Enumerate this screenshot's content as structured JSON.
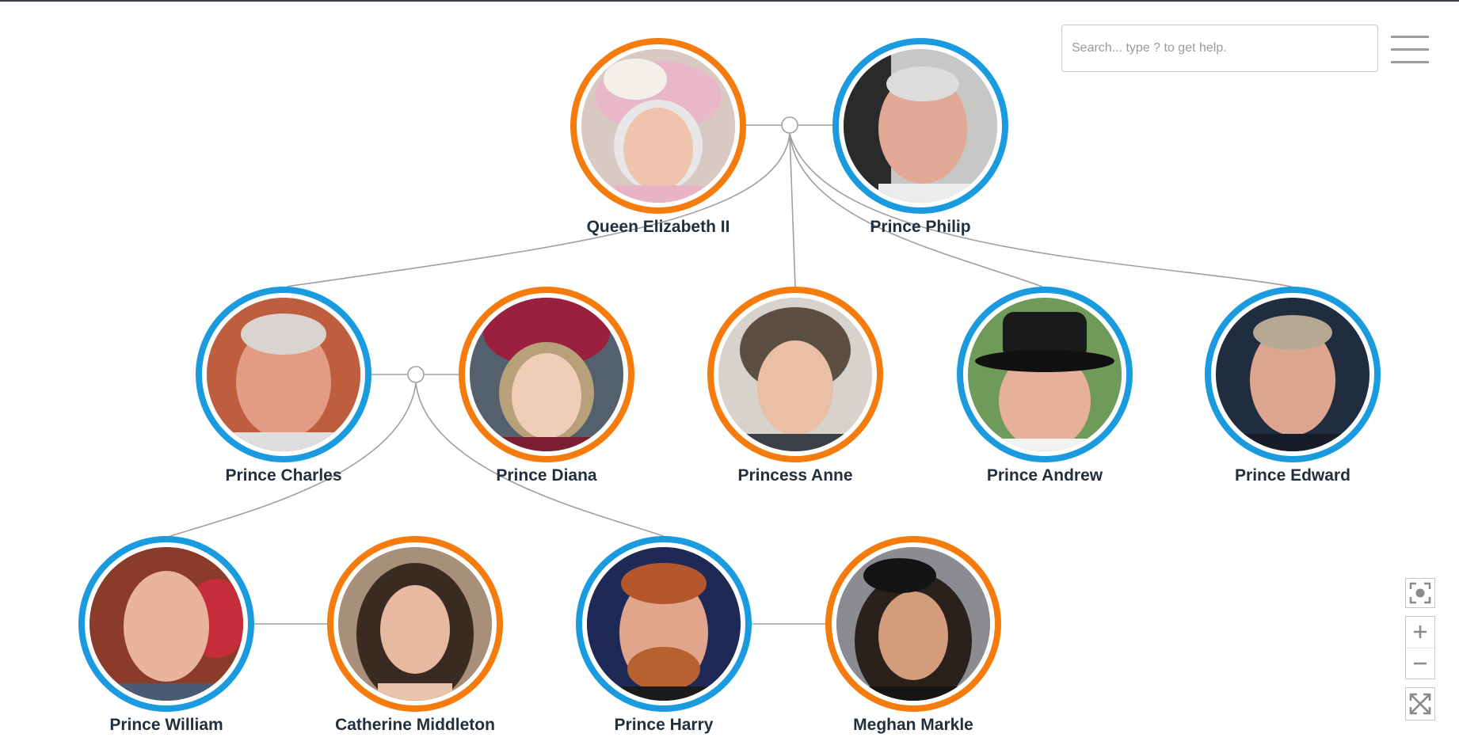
{
  "search": {
    "placeholder": "Search... type ? to get help."
  },
  "colors": {
    "male": "#1a9bdf",
    "female": "#f47b0c",
    "link": "#a39e9e"
  },
  "toolbar": {
    "menu_icon": "hamburger-menu-icon",
    "focus_icon": "focus-target-icon",
    "zoom_in_icon": "plus-icon",
    "zoom_out_icon": "minus-icon",
    "fullscreen_icon": "expand-arrows-icon"
  },
  "people": {
    "queen_elizabeth": {
      "name": "Queen Elizabeth II",
      "gender": "female"
    },
    "prince_philip": {
      "name": "Prince Philip",
      "gender": "male"
    },
    "prince_charles": {
      "name": "Prince Charles",
      "gender": "male"
    },
    "prince_diana": {
      "name": "Prince Diana",
      "gender": "female"
    },
    "princess_anne": {
      "name": "Princess Anne",
      "gender": "female"
    },
    "prince_andrew": {
      "name": "Prince Andrew",
      "gender": "male"
    },
    "prince_edward": {
      "name": "Prince Edward",
      "gender": "male"
    },
    "prince_william": {
      "name": "Prince William",
      "gender": "male"
    },
    "catherine_middleton": {
      "name": "Catherine Middleton",
      "gender": "female"
    },
    "prince_harry": {
      "name": "Prince Harry",
      "gender": "male"
    },
    "meghan_markle": {
      "name": "Meghan Markle",
      "gender": "female"
    }
  }
}
